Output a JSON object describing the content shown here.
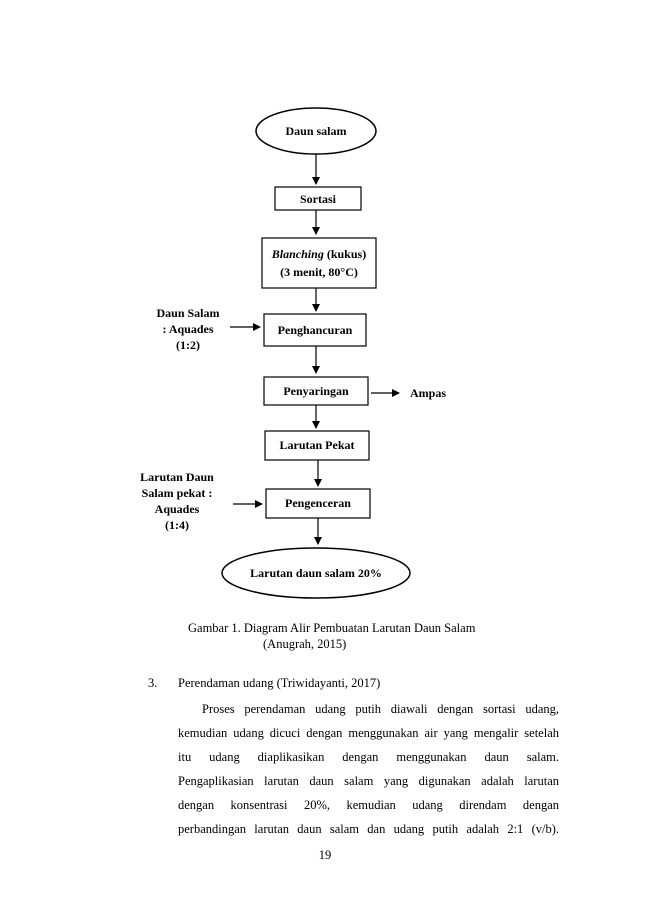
{
  "flowchart": {
    "start": "Daun salam",
    "step_sortasi": "Sortasi",
    "step_blanching_italic": "Blanching",
    "step_blanching_rest": " (kukus)",
    "step_blanching_line2": "(3 menit, 80°C)",
    "step_penghancuran": "Penghancuran",
    "step_penyaringan": "Penyaringan",
    "step_larutan_pekat": "Larutan Pekat",
    "step_pengenceran": "Pengenceran",
    "end": "Larutan daun salam 20%",
    "input_1": [
      "Daun Salam",
      ": Aquades",
      "(1:2)"
    ],
    "output_ampas": "Ampas",
    "input_2": [
      "Larutan Daun",
      "Salam pekat :",
      "Aquades",
      "(1:4)"
    ]
  },
  "caption": {
    "line1": "Gambar 1. Diagram Alir Pembuatan Larutan  Daun Salam",
    "line2": "(Anugrah, 2015)"
  },
  "section": {
    "number": "3.",
    "title": "Perendaman udang (Triwidayanti, 2017)",
    "lines": [
      "Proses perendaman udang putih diawali dengan sortasi udang,",
      "kemudian udang dicuci dengan menggunakan air yang mengalir setelah",
      "itu udang diaplikasikan dengan menggunakan daun salam.",
      "Pengaplikasian larutan daun salam yang digunakan adalah larutan",
      "dengan konsentrasi 20%, kemudian udang direndam dengan",
      "perbandingan larutan daun salam dan udang putih adalah 2:1 (v/b)."
    ]
  },
  "page_number": "19"
}
